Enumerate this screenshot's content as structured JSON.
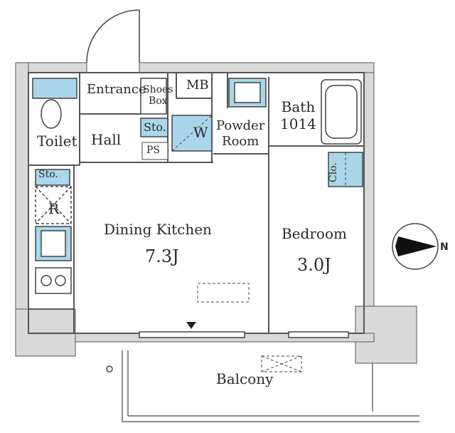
{
  "rooms": {
    "entrance": "Entrance",
    "shoes_box": [
      "Shoes",
      "Box"
    ],
    "mb": "MB",
    "toilet": "Toilet",
    "hall": "Hall",
    "sto_hall": "Sto.",
    "ps": "PS",
    "w": "W",
    "powder_room": [
      "Powder",
      "Room"
    ],
    "bath": [
      "Bath",
      "1014"
    ],
    "sto_toilet": "Sto.",
    "clo": "Clo.",
    "refrigerator": "R",
    "dining_kitchen": "Dining Kitchen",
    "dining_kitchen_size": "7.3J",
    "bedroom": "Bedroom",
    "bedroom_size": "3.0J",
    "balcony": "Balcony"
  },
  "compass": {
    "north_label": "N"
  },
  "colors": {
    "wall": "#d9d9d9",
    "wall_edge": "#555555",
    "fixture_blue": "#a9d6ea",
    "line": "#444444"
  }
}
